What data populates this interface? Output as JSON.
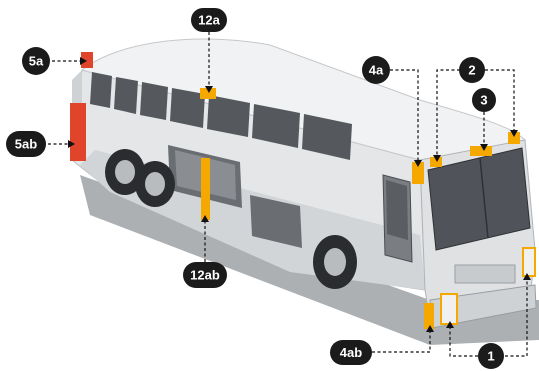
{
  "callouts": {
    "c_5a": {
      "label": "5a"
    },
    "c_5ab": {
      "label": "5ab"
    },
    "c_12a": {
      "label": "12a"
    },
    "c_12ab": {
      "label": "12ab"
    },
    "c_4a": {
      "label": "4a"
    },
    "c_2": {
      "label": "2"
    },
    "c_3": {
      "label": "3"
    },
    "c_4ab": {
      "label": "4ab"
    },
    "c_1": {
      "label": "1"
    }
  },
  "colors": {
    "marker_amber": "#f5a800",
    "marker_red": "#e0442a",
    "bus_body": "#e4e6e8",
    "bus_roof": "#f1f2f3",
    "bus_shadow": "#9ea2a6",
    "glass": "#55595e",
    "callout_bg": "#1b1b1b"
  }
}
